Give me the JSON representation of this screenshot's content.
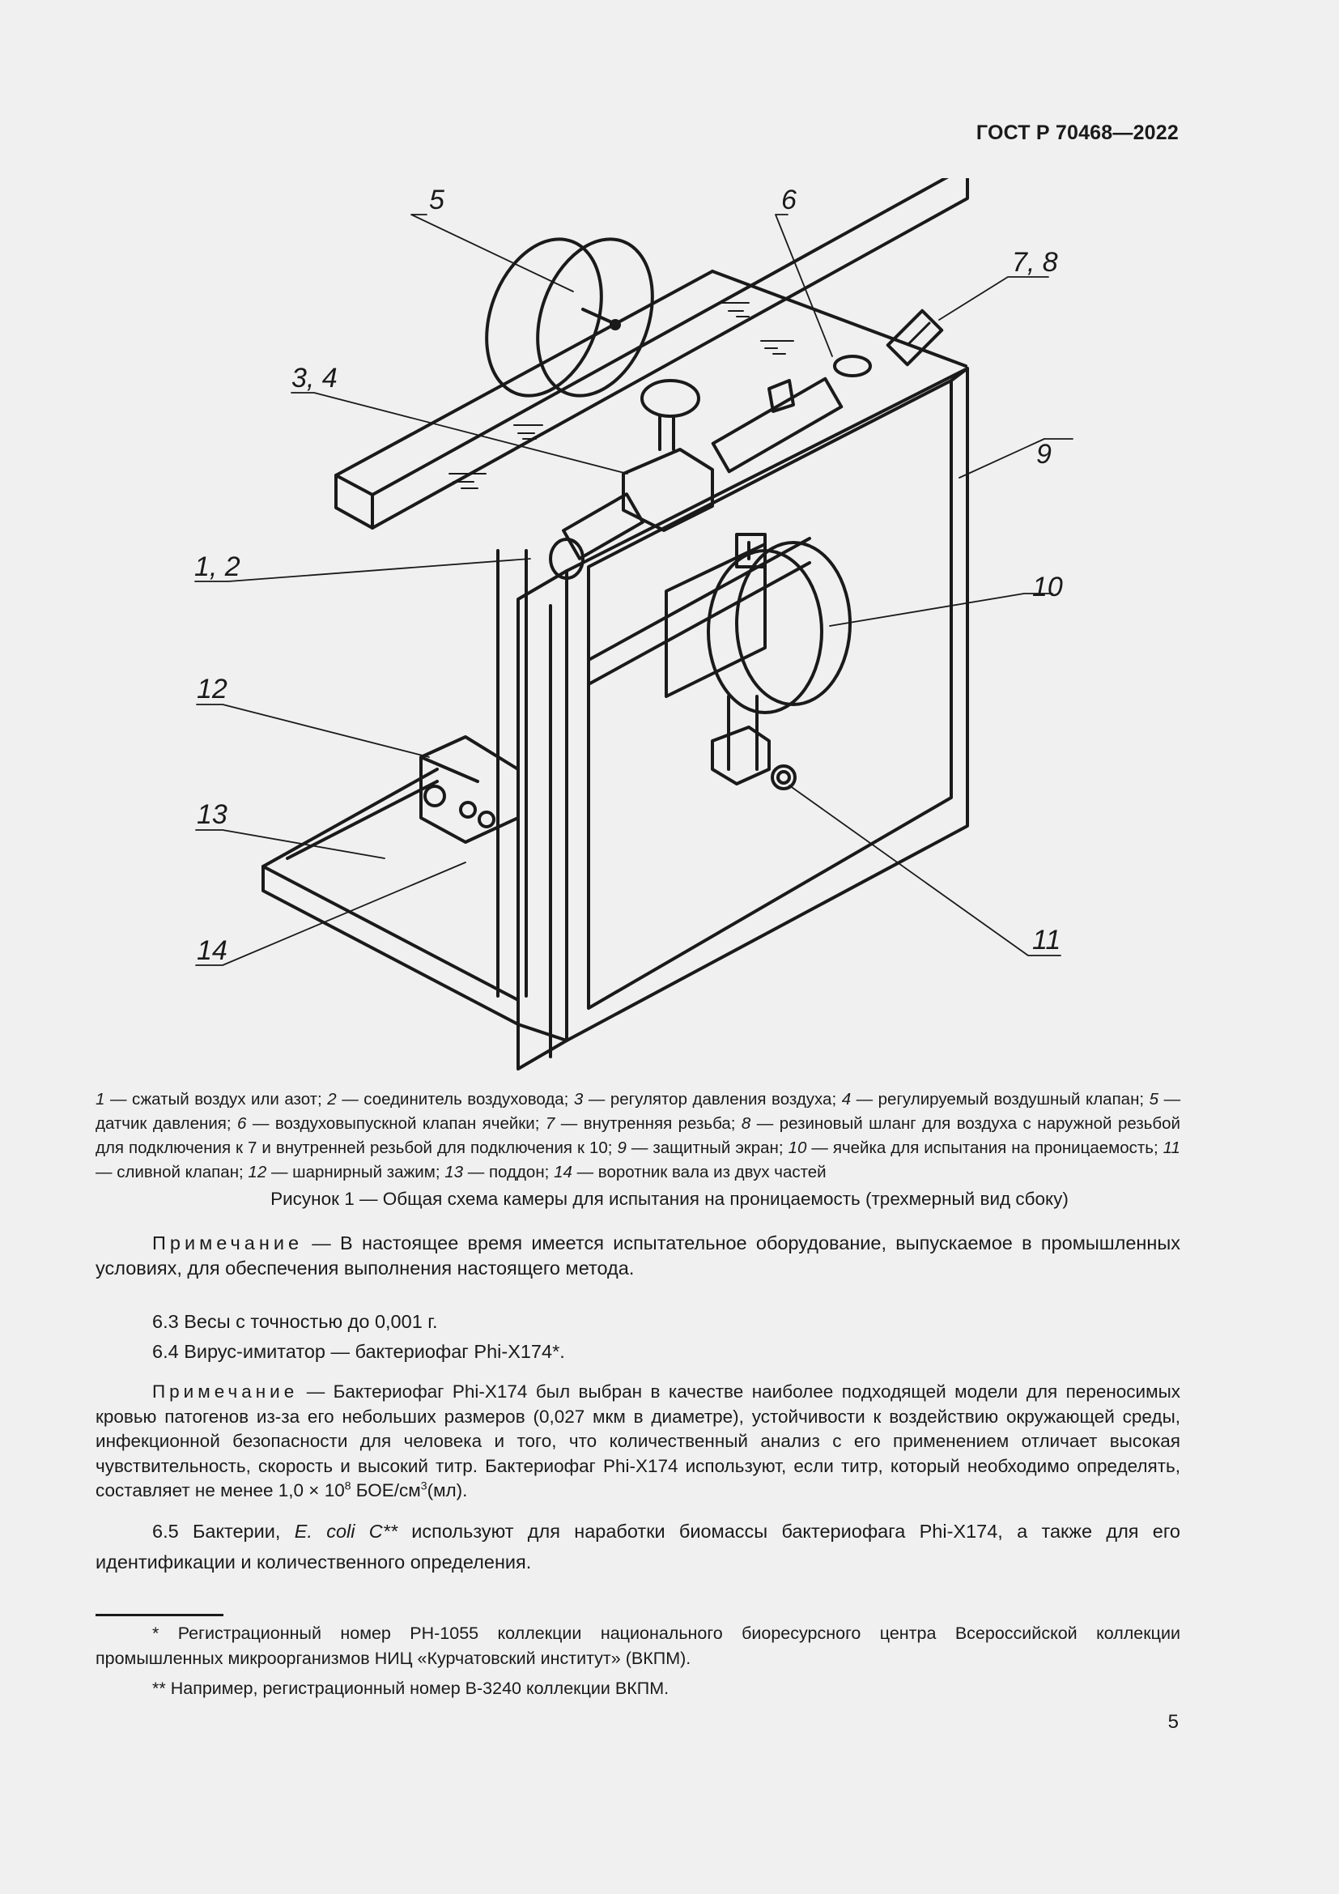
{
  "header": {
    "doc_id": "ГОСТ Р 70468—2022"
  },
  "figure": {
    "callouts": [
      {
        "id": "c5",
        "label": "5"
      },
      {
        "id": "c6",
        "label": "6"
      },
      {
        "id": "c78",
        "label": "7, 8"
      },
      {
        "id": "c34",
        "label": "3, 4"
      },
      {
        "id": "c9",
        "label": "9"
      },
      {
        "id": "c12a",
        "label": "1, 2"
      },
      {
        "id": "c10",
        "label": "10"
      },
      {
        "id": "c12",
        "label": "12"
      },
      {
        "id": "c13",
        "label": "13"
      },
      {
        "id": "c11",
        "label": "11"
      },
      {
        "id": "c14",
        "label": "14"
      }
    ],
    "legend": [
      {
        "num": "1",
        "text": "сжатый воздух или азот;"
      },
      {
        "num": "2",
        "text": "соединитель воздуховода;"
      },
      {
        "num": "3",
        "text": "регулятор давления воздуха;"
      },
      {
        "num": "4",
        "text": "регулируемый воздушный клапан;"
      },
      {
        "num": "5",
        "text": "датчик давления;"
      },
      {
        "num": "6",
        "text": "воздуховыпускной клапан ячейки;"
      },
      {
        "num": "7",
        "text": "внутренняя резьба;"
      },
      {
        "num": "8",
        "text": "резиновый шланг для воздуха с наружной резьбой для подключения к 7 и внутренней резьбой для подключения к 10;"
      },
      {
        "num": "9",
        "text": "защитный экран;"
      },
      {
        "num": "10",
        "text": "ячейка для испытания на проницаемость;"
      },
      {
        "num": "11",
        "text": "сливной клапан;"
      },
      {
        "num": "12",
        "text": "шарнирный зажим;"
      },
      {
        "num": "13",
        "text": "поддон;"
      },
      {
        "num": "14",
        "text": "воротник вала из двух частей"
      }
    ],
    "dash": "—",
    "caption": "Рисунок 1 — Общая схема камеры для испытания на проницаемость (трехмерный вид сбоку)"
  },
  "body": {
    "note1_label": "Примечание",
    "note1_text": " — В настоящее время имеется испытательное оборудование, выпускаемое в промышленных условиях, для обеспечения выполнения настоящего метода.",
    "item_6_3": "6.3  Весы с точностью до 0,001 г.",
    "item_6_4": "6.4  Вирус-имитатор — бактериофаг Phi-X174*.",
    "note2_label": "Примечание",
    "note2_text": " — Бактериофаг Phi-X174 был выбран в качестве наиболее подходящей модели для переносимых кровью патогенов из-за его небольших размеров (0,027 мкм в диаметре), устойчивости к воздействию окружающей среды, инфекционной безопасности для человека и того, что количественный анализ с его применением отличает высокая чувствительность, скорость и высокий титр. Бактериофаг Phi-X174 используют, если титр, который необходимо определять, составляет не менее 1,0 × 10",
    "note2_exp": "8",
    "note2_unit": " БОЕ/см",
    "note2_unit_exp": "3",
    "note2_tail": "(мл).",
    "item_6_5_prefix": "6.5  Бактерии, ",
    "item_6_5_italic": "E. coli C",
    "item_6_5_mark": "**",
    "item_6_5_text": " используют для наработки биомассы бактериофага Phi-X174, а также для его идентификации и количественного определения."
  },
  "footnotes": [
    {
      "mark": "*",
      "text": "  Регистрационный номер РН-1055 коллекции национального биоресурсного центра Всероссийской коллекции промышленных микроорганизмов НИЦ «Курчатовский институт» (ВКПМ)."
    },
    {
      "mark": "**",
      "text": "  Например, регистрационный номер В-3240 коллекции ВКПМ."
    }
  ],
  "page_number": "5"
}
